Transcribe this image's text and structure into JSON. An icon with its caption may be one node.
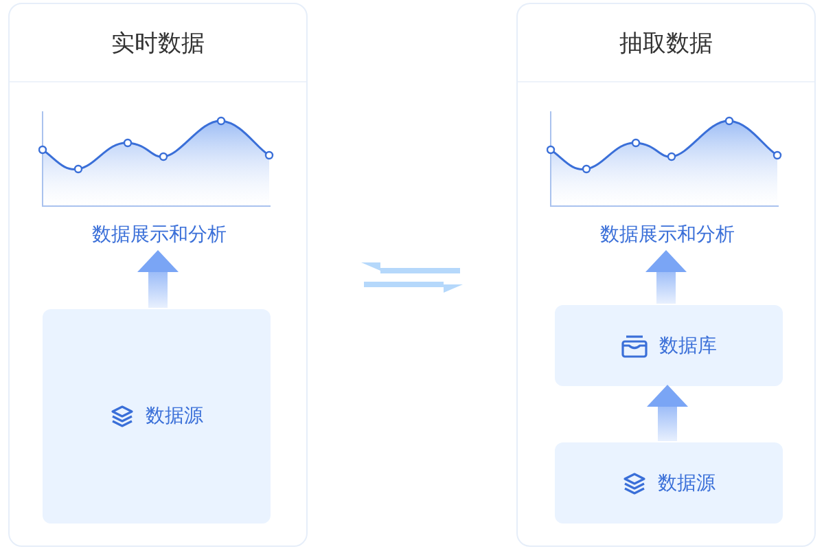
{
  "diagram": {
    "nodes": [
      {
        "text": [
          "实时数据"
        ]
      },
      {
        "text": [
          "数据展示和分析"
        ],
        "in": 0
      },
      {
        "text": [
          "数据源"
        ],
        "in": 0
      },
      {
        "text": [
          "抽取数据"
        ]
      },
      {
        "text": [
          "数据展示和分析"
        ],
        "in": 3
      },
      {
        "text": [
          "数据库"
        ],
        "in": 3
      },
      {
        "text": [
          "数据源"
        ],
        "in": 3
      }
    ],
    "edges": [
      {
        "from": 2,
        "to": 1,
        "arrow": "to"
      },
      {
        "from": 5,
        "to": 4,
        "arrow": "to"
      },
      {
        "from": 6,
        "to": 5,
        "arrow": "to"
      },
      {
        "from": 3,
        "to": 0,
        "arrow": "to",
        "color": "#b5d8fb"
      },
      {
        "from": 0,
        "to": 3,
        "arrow": "to",
        "color": "#b5d8fb"
      }
    ]
  }
}
